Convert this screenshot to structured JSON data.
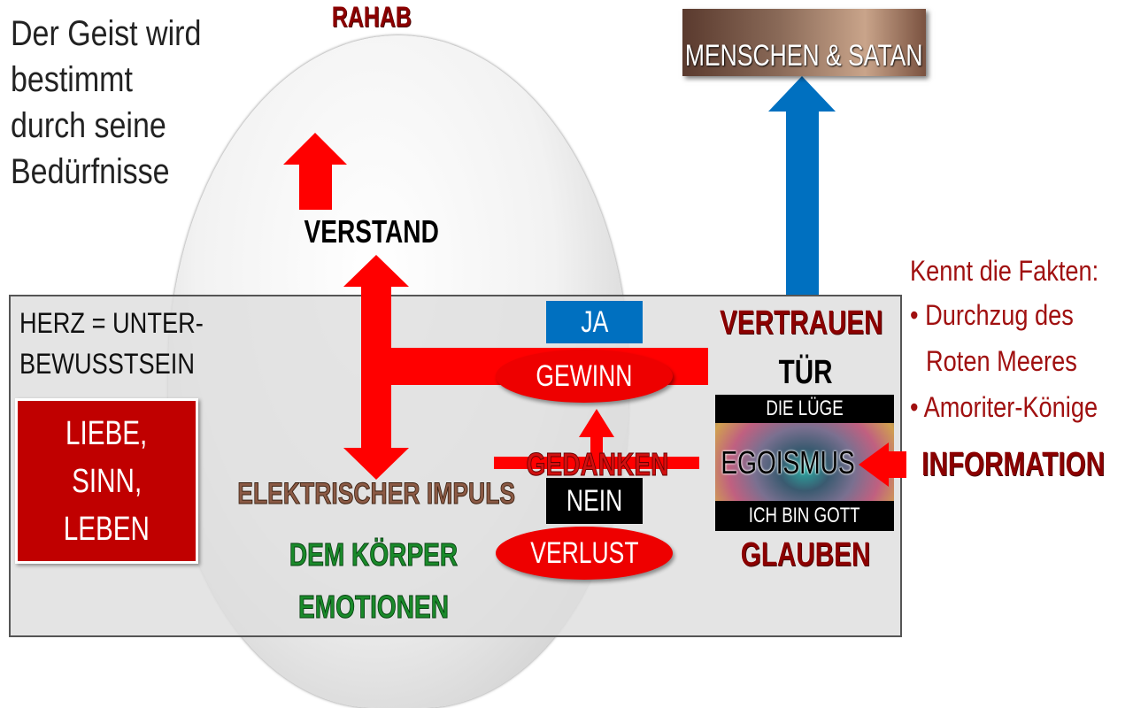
{
  "title_lines": [
    "Der Geist wird",
    "bestimmt",
    "durch seine",
    "Bedürfnisse"
  ],
  "rahab": "RAHAB",
  "people_box": "MENSCHEN & SATAN",
  "verstand": "VERSTAND",
  "herz": [
    "HERZ = UNTER-",
    "BEWUSSTSEIN"
  ],
  "liebe": [
    "LIEBE,",
    "SINN,",
    "LEBEN"
  ],
  "ja": "JA",
  "gewinn": "GEWINN",
  "gedanken": "GEDANKEN",
  "nein": "NEIN",
  "verlust": "VERLUST",
  "impuls": "ELEKTRISCHER IMPULS",
  "koerper": "DEM KÖRPER",
  "emotionen": "EMOTIONEN",
  "vertrauen": "VERTRAUEN",
  "tuer": "TÜR",
  "luege": "DIE LÜGE",
  "egoismus": "EGOISMUS",
  "gott": "ICH BIN GOTT",
  "glauben": "GLAUBEN",
  "information": "INFORMATION",
  "facts": {
    "heading": "Kennt die Fakten:",
    "items": [
      "Durchzug des",
      "Roten Meeres",
      "Amoriter-Könige"
    ]
  },
  "colors": {
    "red": "#ff0000",
    "darkred": "#8b0000",
    "blue": "#0070c0",
    "green": "#1a8a2a",
    "brown": "#8b5a45"
  }
}
